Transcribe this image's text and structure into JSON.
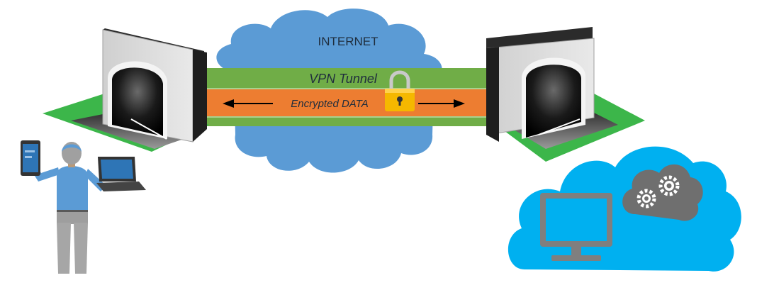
{
  "labels": {
    "internet": "INTERNET",
    "vpn_tunnel": "VPN Tunnel",
    "encrypted_data": "Encrypted DATA"
  },
  "colors": {
    "internet_cloud": "#5b9bd5",
    "destination_cloud": "#00b0f0",
    "tunnel_band": "#70ad47",
    "data_band": "#ed7d31",
    "lock": "#f5b800",
    "grass": "#3cb64a",
    "device_gray": "#7f7f7f",
    "person_shirt": "#5b9bd5"
  },
  "icons": [
    "person-icon",
    "tablet-icon",
    "laptop-icon",
    "tunnel-entrance-icon",
    "padlock-icon",
    "monitor-icon",
    "gears-icon",
    "cloud-icon"
  ]
}
